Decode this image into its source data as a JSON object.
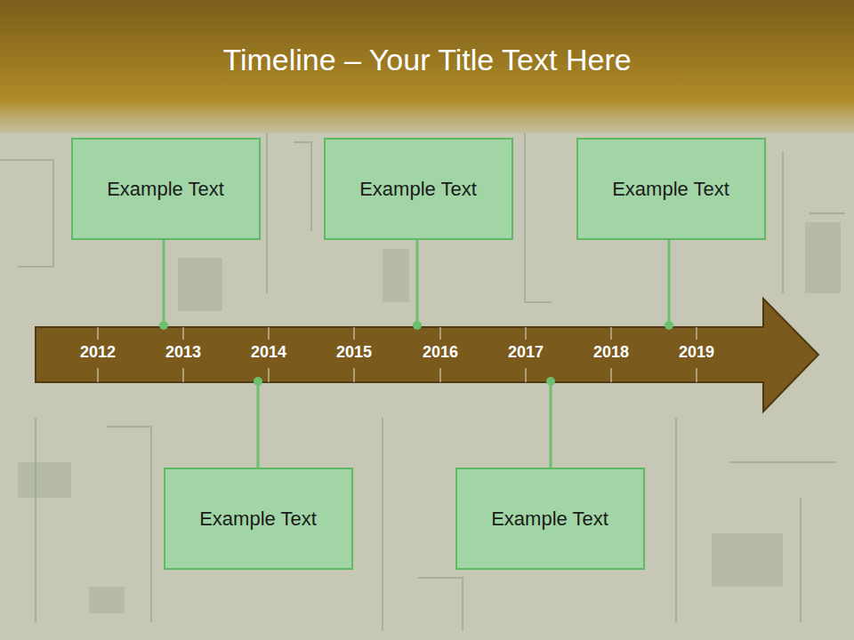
{
  "diagram": {
    "title": "Timeline – Your Title Text Here",
    "nodes": [
      {
        "text": [
          "Example Text"
        ]
      },
      {
        "text": [
          "Example Text"
        ]
      },
      {
        "text": [
          "Example Text"
        ]
      },
      {
        "text": [
          "Example Text"
        ]
      },
      {
        "text": [
          "Example Text"
        ]
      }
    ],
    "labels": [
      "2012",
      "2013",
      "2014",
      "2015",
      "2016",
      "2017",
      "2018",
      "2019"
    ]
  }
}
